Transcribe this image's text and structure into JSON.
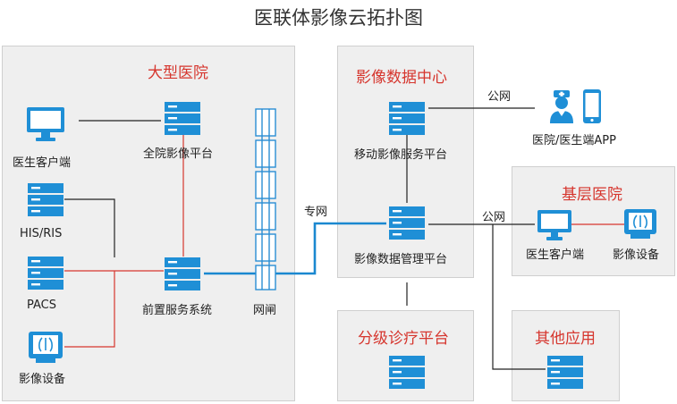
{
  "title": "医联体影像云拓扑图",
  "regions": {
    "hospital": "大型医院",
    "data_center": "影像数据中心",
    "grassroots": "基层医院",
    "tiered": "分级诊疗平台",
    "other": "其他应用"
  },
  "nodes": {
    "doctor_client": "医生客户端",
    "his_ris": "HIS/RIS",
    "pacs": "PACS",
    "imaging_device": "影像设备",
    "hospital_platform": "全院影像平台",
    "front_service": "前置服务系统",
    "gatekeeper": "网闸",
    "mobile_service": "移动影像服务平台",
    "data_management": "影像数据管理平台",
    "app": "医院/医生端APP",
    "grassroots_client": "医生客户端",
    "grassroots_device": "影像设备"
  },
  "links": {
    "private_network": "专网",
    "public_network_top": "公网",
    "public_network_mid": "公网"
  },
  "colors": {
    "server_blue": "#1f8fd6",
    "private_line": "#1a88d0",
    "internal_line_red": "#d6362e",
    "title_red": "#d6362e"
  }
}
